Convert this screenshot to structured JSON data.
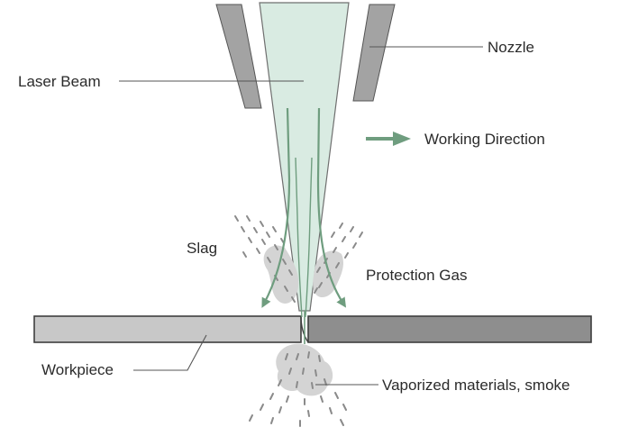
{
  "labels": {
    "nozzle": "Nozzle",
    "laser_beam": "Laser Beam",
    "working_direction": "Working Direction",
    "slag": "Slag",
    "protection_gas": "Protection Gas",
    "workpiece": "Workpiece",
    "vaporized": "Vaporized materials, smoke"
  },
  "colors": {
    "beam_fill": "#d9ebe2",
    "gas_arrow": "#6f9d7f",
    "nozzle_fill": "#a3a3a3",
    "workpiece_cut_side": "#c8c8c8",
    "workpiece_uncut_side": "#8e8e8e",
    "smoke": "#d4d4d4",
    "particles": "#8a8a8a",
    "leader_line": "#555555"
  }
}
